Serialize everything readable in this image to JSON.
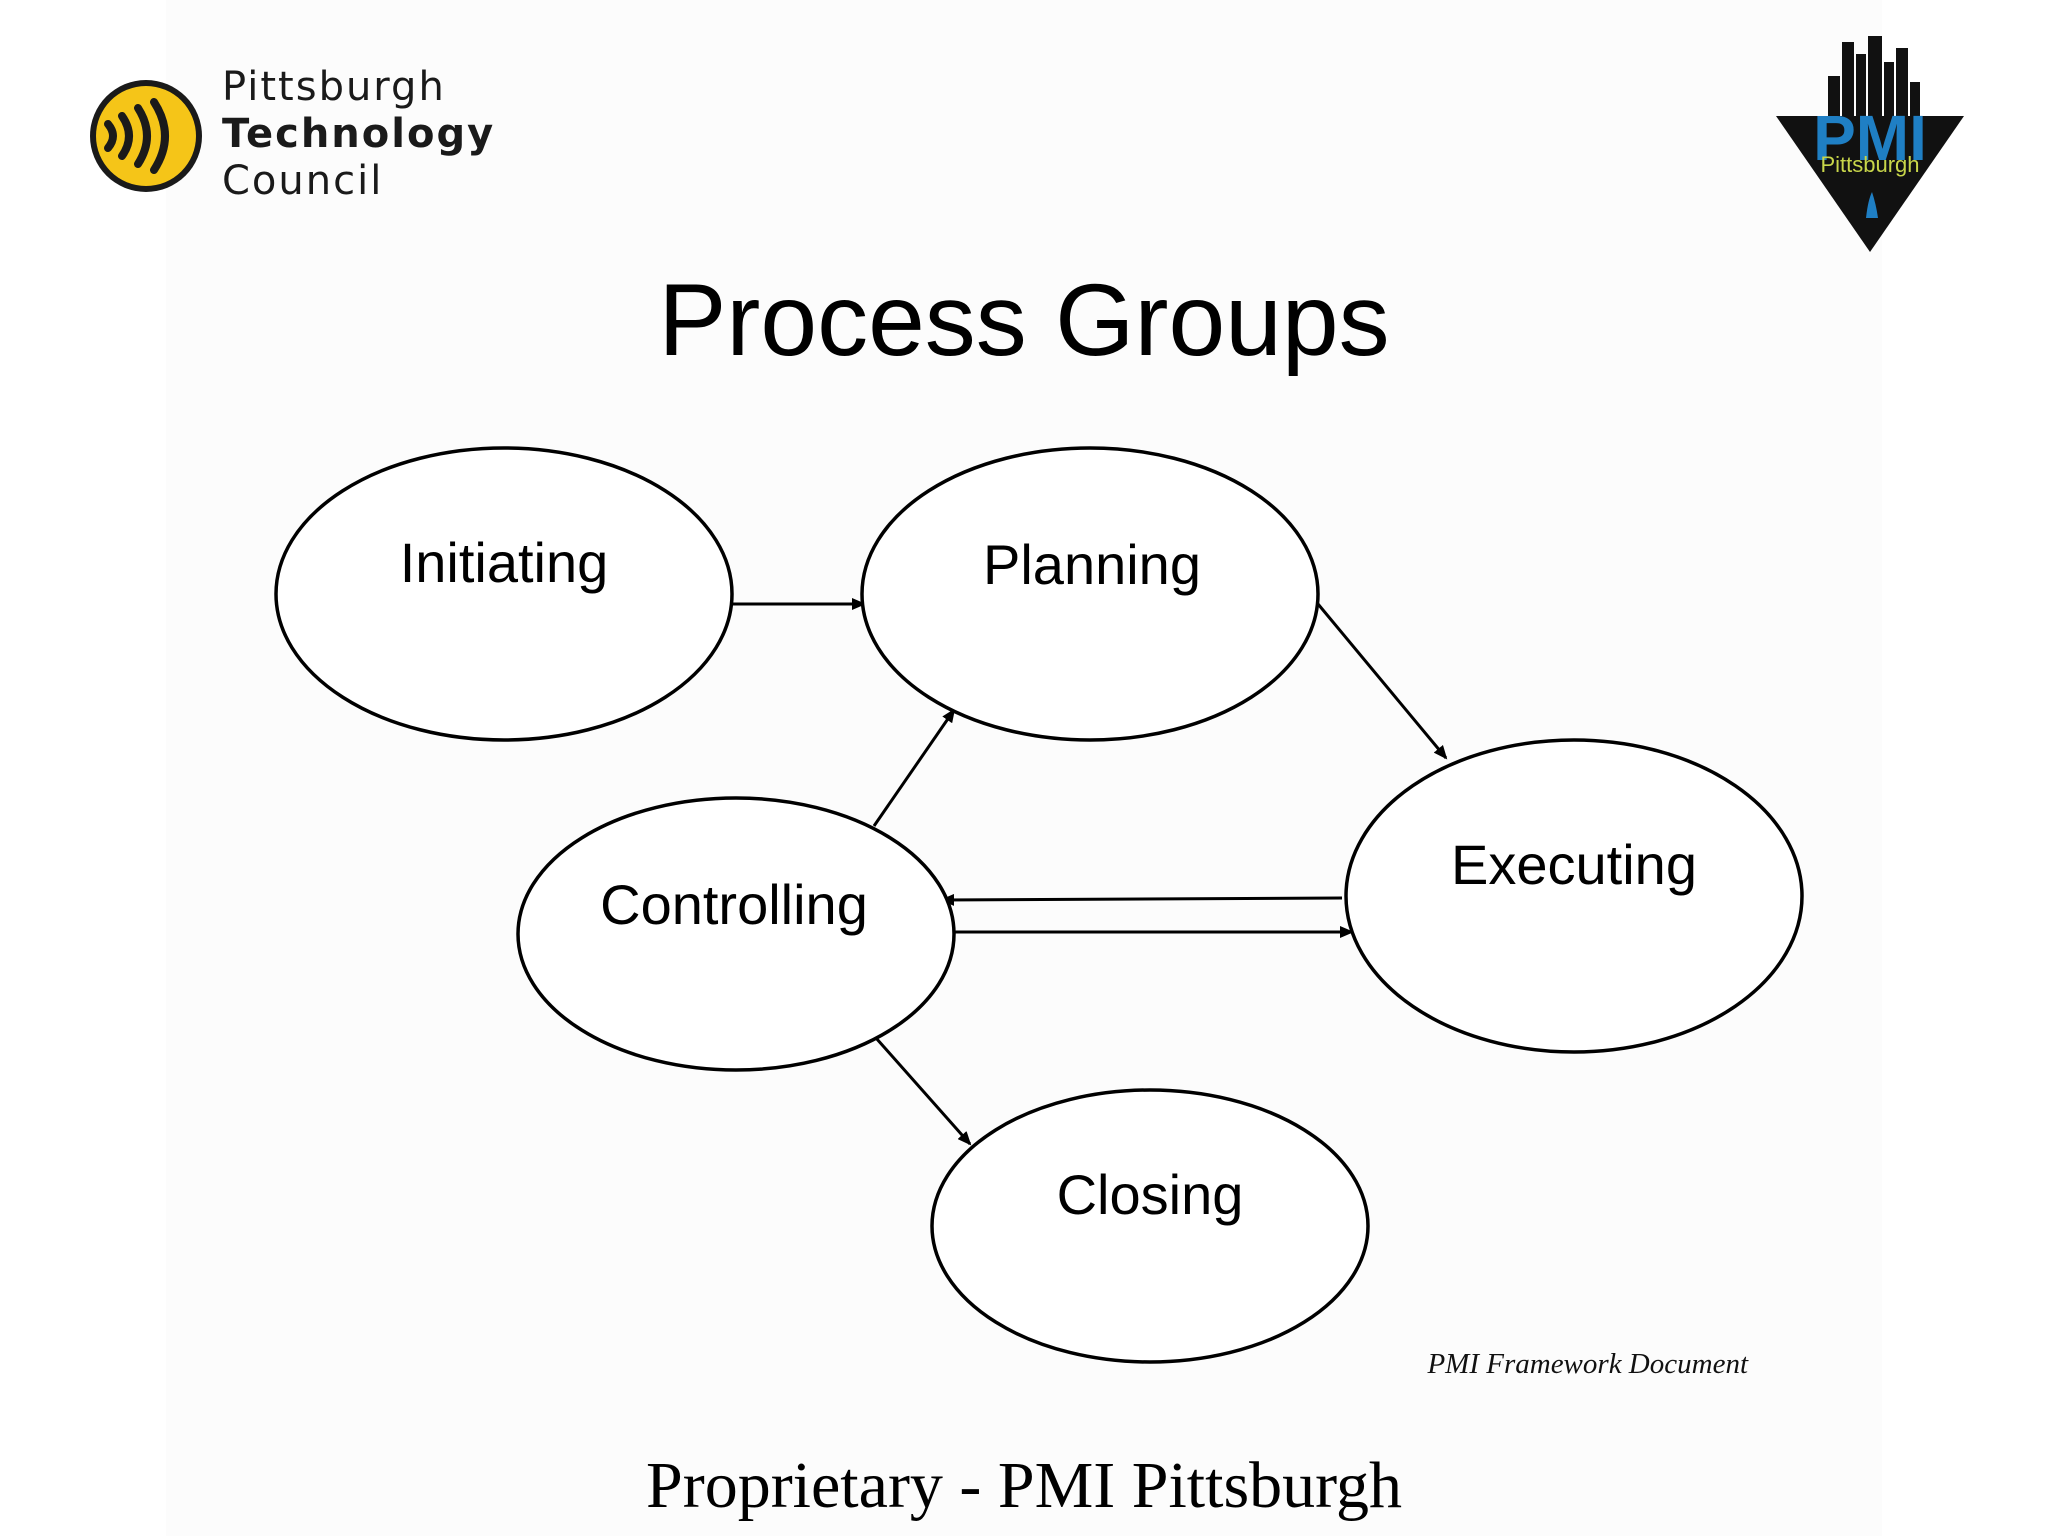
{
  "slide": {
    "title": "Process Groups",
    "footer": "Proprietary - PMI Pittsburgh",
    "source_note": "PMI Framework Document"
  },
  "logos": {
    "ptc": {
      "line1": "Pittsburgh",
      "line2": "Technology",
      "line3": "Council",
      "badge_color": "#f5c518"
    },
    "pmi": {
      "wordmark": "PMI",
      "city": "Pittsburgh",
      "wordmark_color": "#1f7fc4",
      "city_color": "#c8d64a"
    }
  },
  "diagram": {
    "nodes": {
      "initiating": "Initiating",
      "planning": "Planning",
      "executing": "Executing",
      "controlling": "Controlling",
      "closing": "Closing"
    },
    "edges": [
      {
        "from": "Initiating",
        "to": "Planning"
      },
      {
        "from": "Planning",
        "to": "Executing"
      },
      {
        "from": "Executing",
        "to": "Controlling"
      },
      {
        "from": "Controlling",
        "to": "Executing"
      },
      {
        "from": "Controlling",
        "to": "Planning"
      },
      {
        "from": "Controlling",
        "to": "Closing"
      }
    ]
  }
}
